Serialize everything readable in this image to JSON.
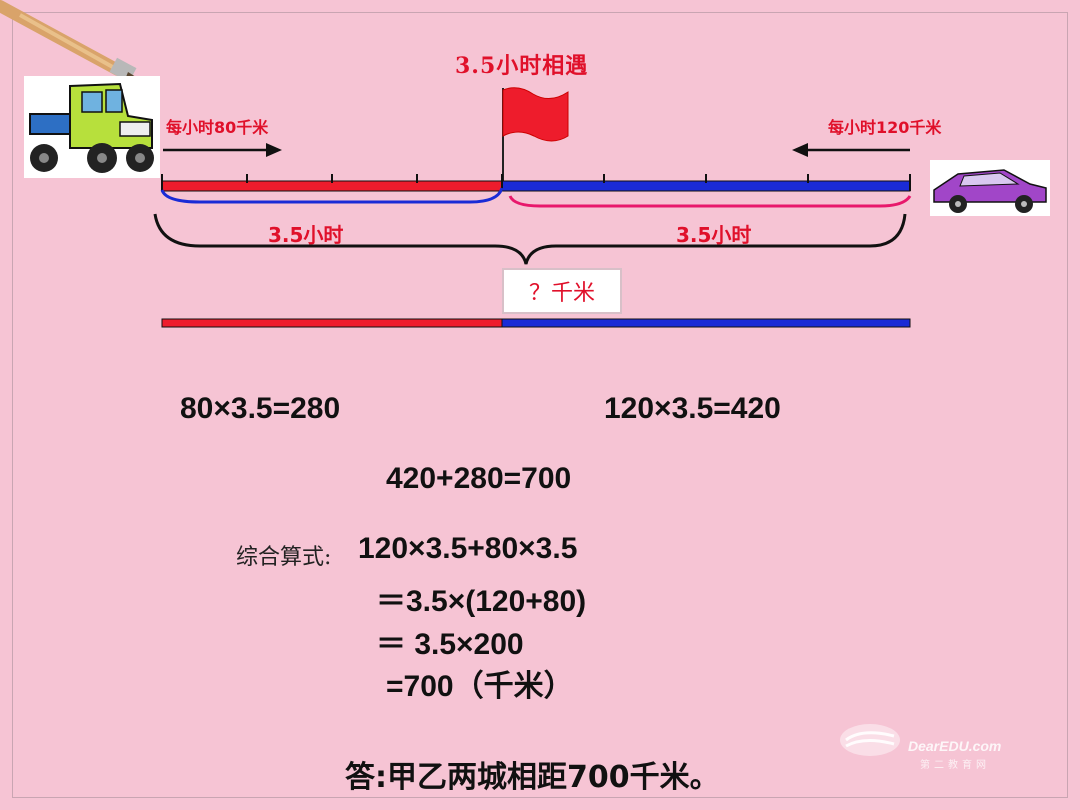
{
  "diagram": {
    "meet_label": "3.5小时相遇",
    "left_speed": "每小时80千米",
    "right_speed": "每小时120千米",
    "left_hours": "3.5小时",
    "right_hours": "3.5小时",
    "total_question": "？千米",
    "colors": {
      "truck_segment": "#ee1c2c",
      "car_segment": "#1a2bd6",
      "accent_text": "#e0102a"
    },
    "icons": [
      "paintbrush-icon",
      "truck-icon",
      "car-icon",
      "flag-icon"
    ]
  },
  "equations": {
    "truck_distance": "80×3.5=280",
    "car_distance": "120×3.5=420",
    "sum": "420+280=700",
    "combined_label": "综合算式:",
    "combined_line1": "120×3.5+80×3.5",
    "combined_line2": "＝3.5×(120+80)",
    "combined_line3": "＝ 3.5×200",
    "combined_line4": "=700（千米）"
  },
  "answer": "答:甲乙两城相距700千米。",
  "watermark": {
    "brand": "DearEDU.com",
    "sub": "第二教育网"
  }
}
